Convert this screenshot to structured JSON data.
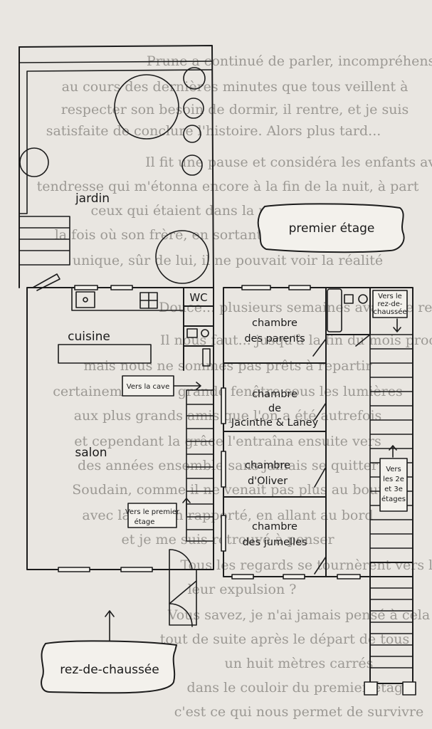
{
  "plan": {
    "ground_floor_label": "rez-de-chaussée",
    "first_floor_label": "premier étage",
    "rooms": {
      "garden": "jardin",
      "kitchen": "cuisine",
      "living_room": "salon",
      "parents_line1": "chambre",
      "parents_line2": "des parents",
      "jacinthe_line1": "chambre",
      "jacinthe_line2": "de",
      "jacinthe_line3": "Jacinthe & Laney",
      "oliver_line1": "chambre",
      "oliver_line2": "d'Oliver",
      "twins_line1": "chambre",
      "twins_line2": "des jumelles"
    },
    "wc": "WC",
    "signs": {
      "cave": "Vers la cave",
      "first_floor_line1": "Vers le premier",
      "first_floor_line2": "étage",
      "ground_line1": "Vers le",
      "ground_line2": "rez-de-",
      "ground_line3": "chaussée",
      "upper_line1": "Vers",
      "upper_line2": "les 2e",
      "upper_line3": "et 3e",
      "upper_line4": "étages"
    }
  },
  "bleed_through": {
    "l1": "Prune a continué de parler, incompréhensible, mais",
    "l2": "au cours des dernières minutes que tous veillent à",
    "l3": "respecter son besoin de dormir, il rentre, et je suis",
    "l4": "satisfaite de conclure l'histoire. Alors plus tard...",
    "l5": "Il fit une pause et considéra les enfants avec une",
    "l6": "tendresse qui m'étonna encore à la fin de la nuit, à part",
    "l7": "ceux qui étaient dans la maison avec lui",
    "l8": "la fois où son frère, en sortant, arrivait au sommet",
    "l9": "unique, sûr de lui, il ne pouvait voir la réalité",
    "l10": "Douce... plusieurs semaines avant de rentrer",
    "l11": "Il nous faut... jusqu'à la fin du mois prochain",
    "l12": "mais nous ne sommes pas prêts à repartir",
    "l13": "certainement à la grande fenêtre sous les lumières",
    "l14": "aux plus grands amis que l'on a été autrefois",
    "l15": "et cependant la grâce l'entraîna ensuite vers",
    "l16": "des années ensemble sans jamais se quitter",
    "l17": "Soudain, comme il ne venait pas plus au bout",
    "l18": "avec la maison rapporté, en allant au bord",
    "l19": "et je me suis retrouvé à penser",
    "l20": "Tous les regards se tournèrent vers lui",
    "l21": "leur expulsion ?",
    "l22": "Vous savez, je n'ai jamais pensé à cela",
    "l23": "tout de suite après le départ de tous",
    "l24": "un huit mètres carrés",
    "l25": "dans le couloir du premier étage",
    "l26": "c'est ce qui nous permet de survivre"
  }
}
